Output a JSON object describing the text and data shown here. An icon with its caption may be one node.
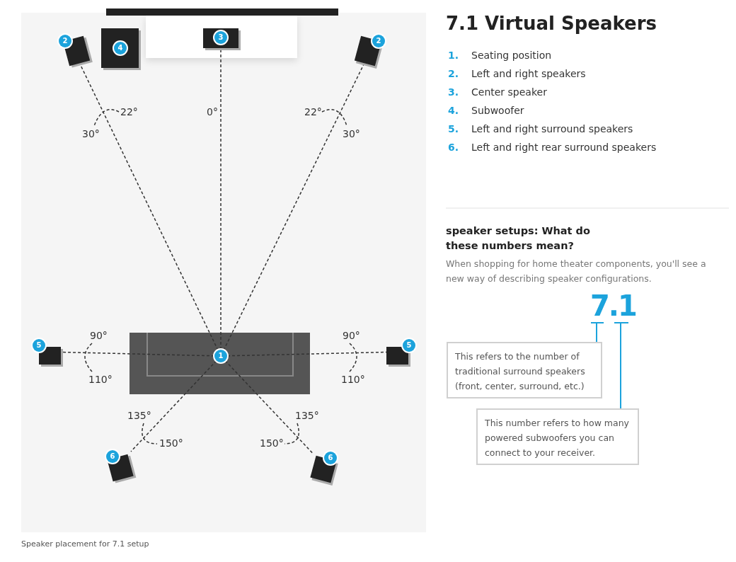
{
  "diagram": {
    "title": "7.1 Virtual Speakers",
    "caption": "Speaker placement for 7.1 setup",
    "nodes": [
      {
        "text": [
          "2"
        ]
      },
      {
        "text": [
          "4"
        ]
      },
      {
        "text": [
          "3"
        ]
      },
      {
        "text": [
          "2"
        ]
      },
      {
        "text": [
          "5"
        ]
      },
      {
        "text": [
          "1"
        ]
      },
      {
        "text": [
          "5"
        ]
      },
      {
        "text": [
          "6"
        ]
      },
      {
        "text": [
          "6"
        ]
      },
      {
        "text": [
          "7.1"
        ]
      },
      {
        "text": [
          "This refers to the number of traditional surround speakers (front, center, surround, etc.)"
        ]
      },
      {
        "text": [
          "This number refers to how many powered subwoofers you can connect to your receiver."
        ]
      }
    ],
    "edges": [
      {
        "from": 5,
        "to": 0,
        "arrow": "none",
        "style": "dashed"
      },
      {
        "from": 5,
        "to": 2,
        "arrow": "none",
        "style": "dashed"
      },
      {
        "from": 5,
        "to": 3,
        "arrow": "none",
        "style": "dashed"
      },
      {
        "from": 5,
        "to": 4,
        "arrow": "none",
        "style": "dashed"
      },
      {
        "from": 5,
        "to": 6,
        "arrow": "none",
        "style": "dashed"
      },
      {
        "from": 5,
        "to": 7,
        "arrow": "none",
        "style": "dashed"
      },
      {
        "from": 5,
        "to": 8,
        "arrow": "none",
        "style": "dashed"
      },
      {
        "from": 10,
        "to": 9,
        "arrow": "none",
        "color": "#1ca3dc"
      },
      {
        "from": 11,
        "to": 9,
        "arrow": "none",
        "color": "#1ca3dc"
      }
    ],
    "labels": [
      "22°",
      "0°",
      "22°",
      "30°",
      "30°",
      "90°",
      "90°",
      "110°",
      "110°",
      "135°",
      "135°",
      "150°",
      "150°",
      "1.",
      "Seating position",
      "2.",
      "Left and right speakers",
      "3.",
      "Center speaker",
      "4.",
      "Subwoofer",
      "5.",
      "Left and right surround speakers",
      "6.",
      "Left and right rear surround speakers",
      "speaker setups: What do these numbers mean?",
      "When shopping for home theater components, you'll see a new way of describing speaker configurations."
    ]
  }
}
